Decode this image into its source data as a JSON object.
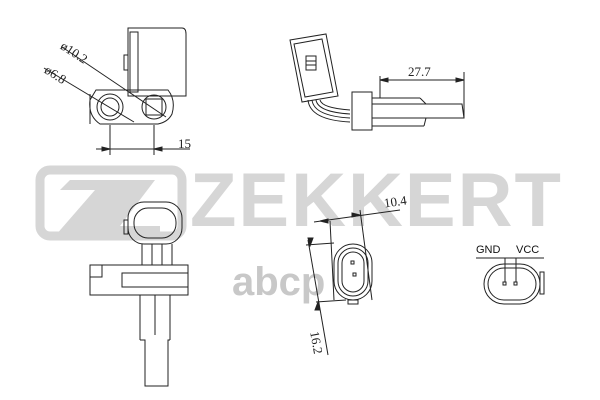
{
  "watermark": {
    "brand": "ZEKKERT",
    "brand_color": "#d6d6d6",
    "sub": "abcp"
  },
  "dimensions": {
    "d_outer": "ø10.2",
    "d_inner": "ø6.8",
    "spacing": "15",
    "cable_length": "27.7",
    "connector_width": "10.4",
    "connector_height": "16.2"
  },
  "pins": {
    "gnd": "GND",
    "vcc": "VCC"
  },
  "colors": {
    "line": "#222222",
    "watermark": "#d6d6d6"
  }
}
